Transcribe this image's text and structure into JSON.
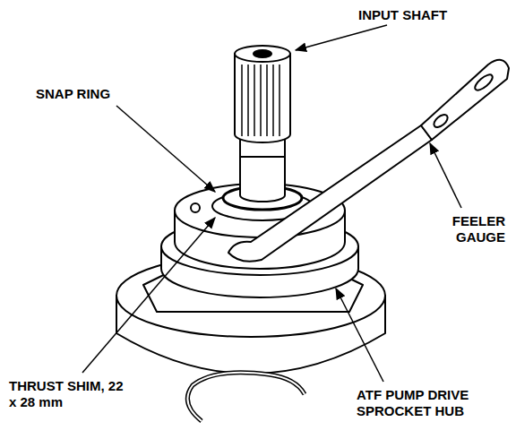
{
  "diagram": {
    "labels": [
      "INPUT SHAFT",
      "SNAP RING",
      "FEELER GAUGE",
      "THRUST SHIM, 22 x 28 mm",
      "ATF PUMP DRIVE SPROCKET HUB"
    ]
  }
}
